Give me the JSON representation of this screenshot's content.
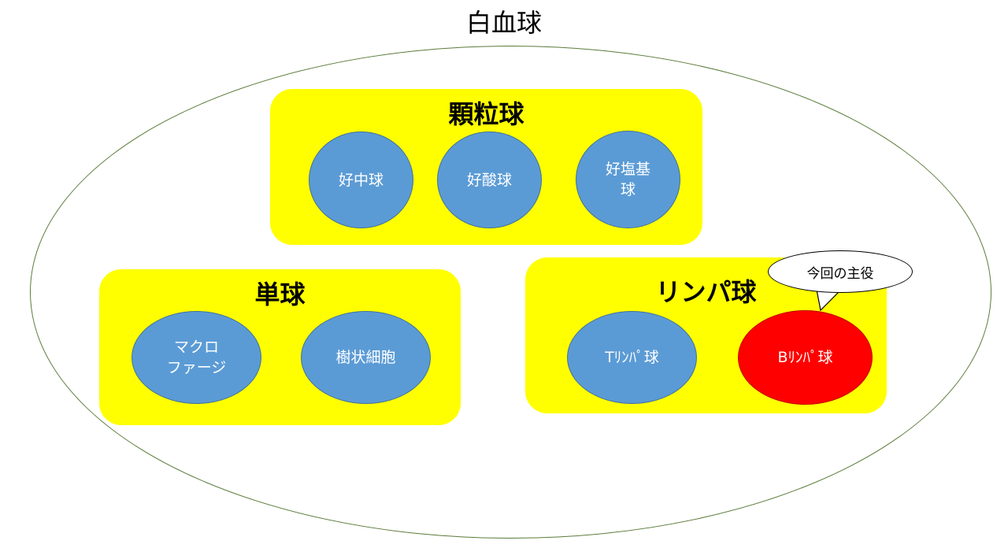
{
  "title": "白血球",
  "groups": {
    "granulocyte": {
      "title": "顆粒球",
      "cells": [
        "好中球",
        "好酸球",
        "好塩基\n球"
      ]
    },
    "monocyte": {
      "title": "単球",
      "cells": [
        "マクロ\nファージ",
        "樹状細胞"
      ]
    },
    "lymphocyte": {
      "title": "リンパ球",
      "cells": [
        "Tﾘﾝﾊﾟ球",
        "Bﾘﾝﾊﾟ球"
      ]
    }
  },
  "callout": "今回の主役",
  "colors": {
    "group_fill": "#ffff00",
    "cell_fill": "#5b9bd5",
    "highlight_fill": "#ff0000",
    "outline": "#5b7b3a"
  }
}
